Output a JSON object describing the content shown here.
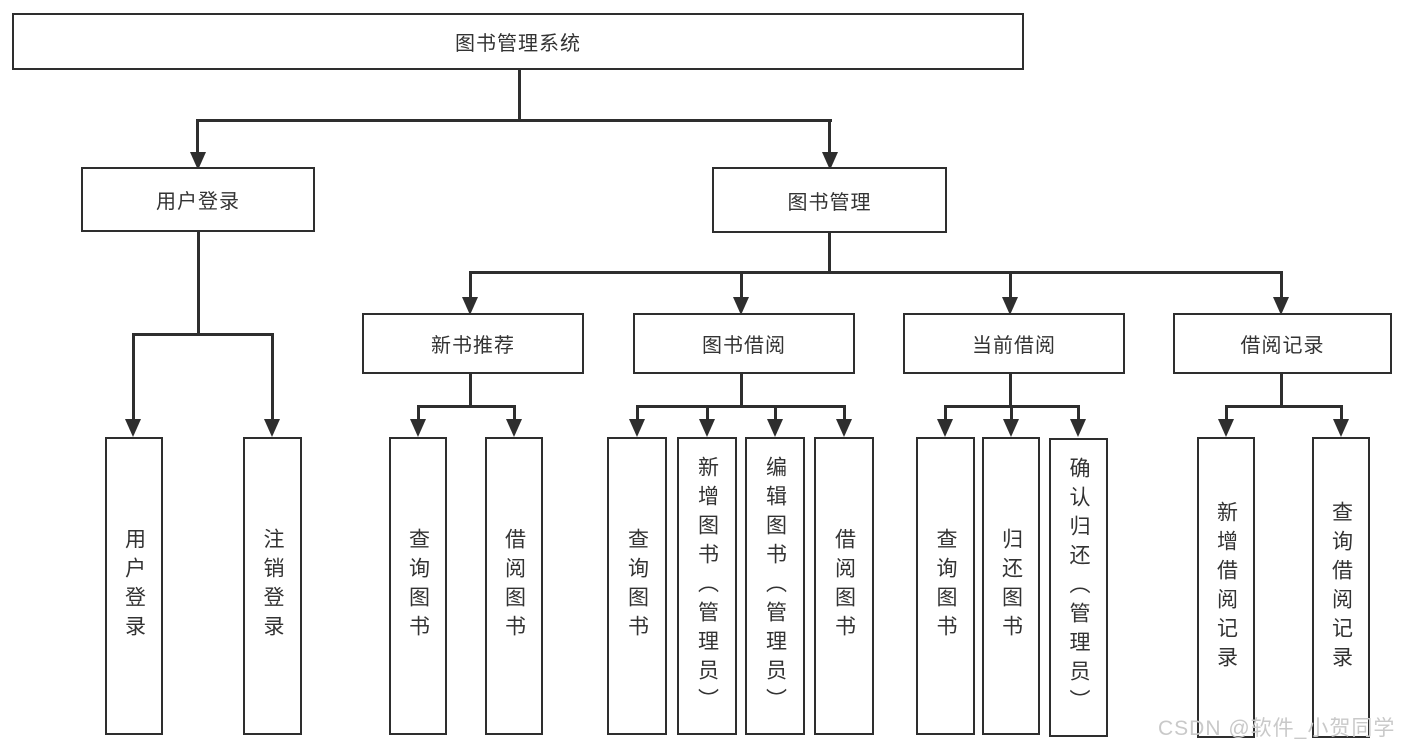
{
  "title": "图书管理系统",
  "nodes": {
    "user_login": "用户登录",
    "book_mgmt": "图书管理",
    "new_book": "新书推荐",
    "book_borrow": "图书借阅",
    "current_borrow": "当前借阅",
    "borrow_record": "借阅记录"
  },
  "leaves": {
    "user_login": [
      "用户登录",
      "注销登录"
    ],
    "new_book": [
      "查询图书",
      "借阅图书"
    ],
    "book_borrow": [
      "查询图书",
      "新增图书（管理员）",
      "编辑图书（管理员）",
      "借阅图书"
    ],
    "current_borrow": [
      "查询图书",
      "归还图书",
      "确认归还（管理员）"
    ],
    "borrow_record": [
      "新增借阅记录",
      "查询借阅记录"
    ]
  },
  "watermark": "CSDN @软件_小贺同学",
  "colors": {
    "line": "#2e2e2e",
    "text": "#333333",
    "watermark": "#c9c9c9",
    "background": "#ffffff"
  }
}
